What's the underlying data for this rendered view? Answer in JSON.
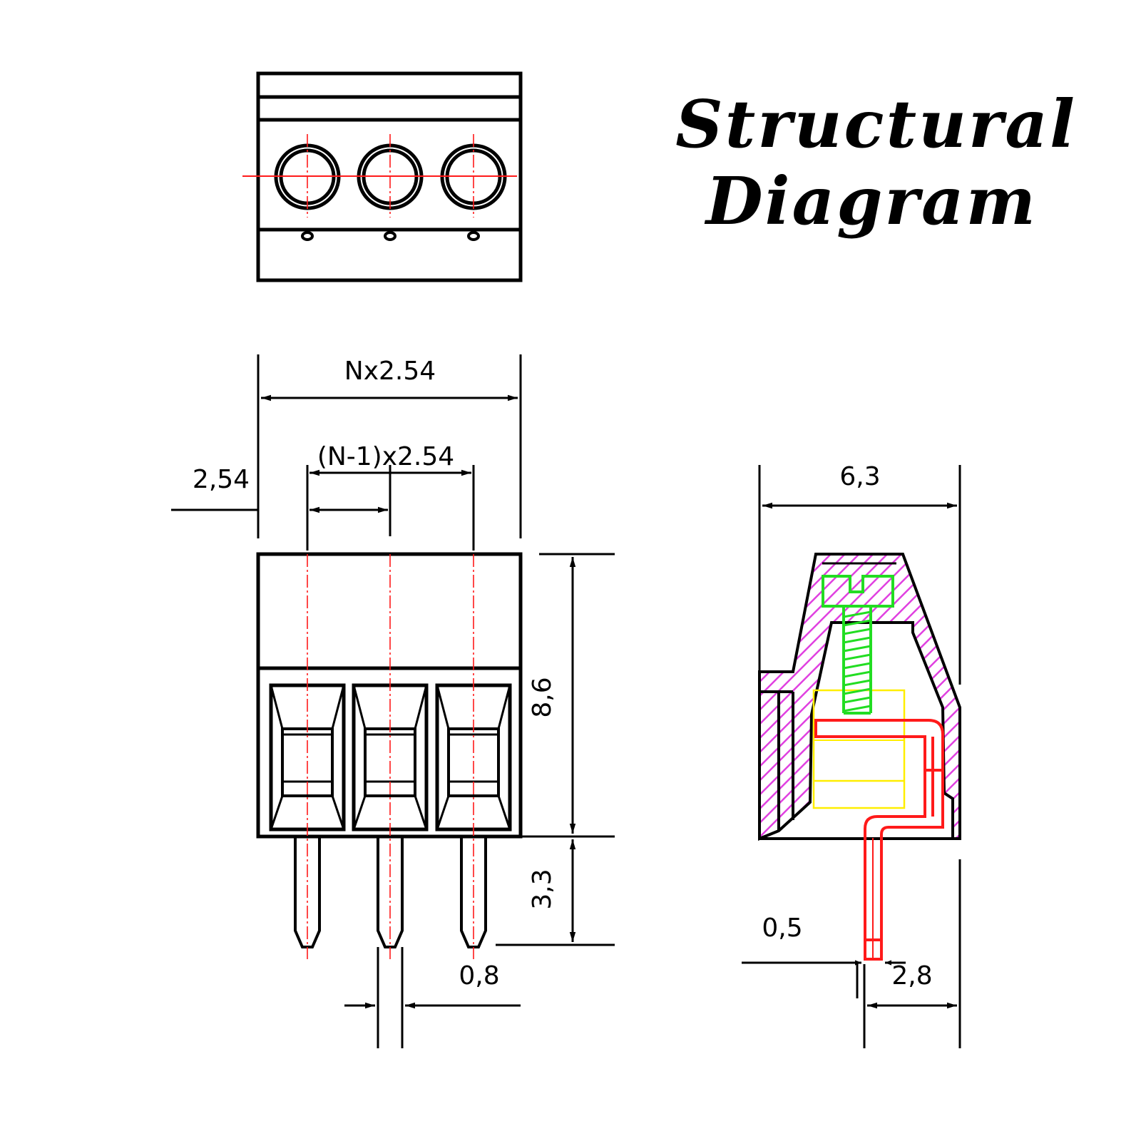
{
  "title": {
    "line1": "Structural",
    "line2": "Diagram"
  },
  "dimensions": {
    "overall_width": "Nx2.54",
    "pitch_span": "(N-1)x2.54",
    "pitch": "2,54",
    "body_height": "8,6",
    "pin_length": "3,3",
    "pin_width": "0,8",
    "side_width": "6,3",
    "side_pin_width": "0,5",
    "side_pin_offset": "2,8"
  },
  "colors": {
    "outline": "#000000",
    "centerline": "#ff1a1a",
    "housing_hatch": "#e040e0",
    "screw": "#22dd22",
    "clamp": "#ff1a1a",
    "wire_box": "#ffee00"
  },
  "pole_count": 3
}
